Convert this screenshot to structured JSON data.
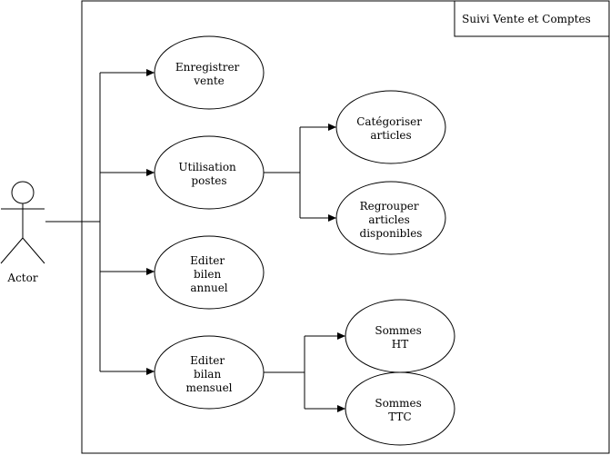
{
  "system": {
    "title": "Suivi Vente et Comptes"
  },
  "actor": {
    "label": "Actor"
  },
  "use_cases": {
    "enregistrer": [
      "Enregistrer",
      "vente"
    ],
    "utilisation": [
      "Utilisation",
      "postes"
    ],
    "categoriser": [
      "Catégoriser",
      "articles"
    ],
    "regrouper": [
      "Regrouper",
      "articles",
      "disponibles"
    ],
    "editer_annuel": [
      "Editer",
      "bilen",
      "annuel"
    ],
    "editer_mensuel": [
      "Editer",
      "bilan",
      "mensuel"
    ],
    "sommes_ht": [
      "Sommes",
      "HT"
    ],
    "sommes_ttc": [
      "Sommes",
      "TTC"
    ]
  }
}
